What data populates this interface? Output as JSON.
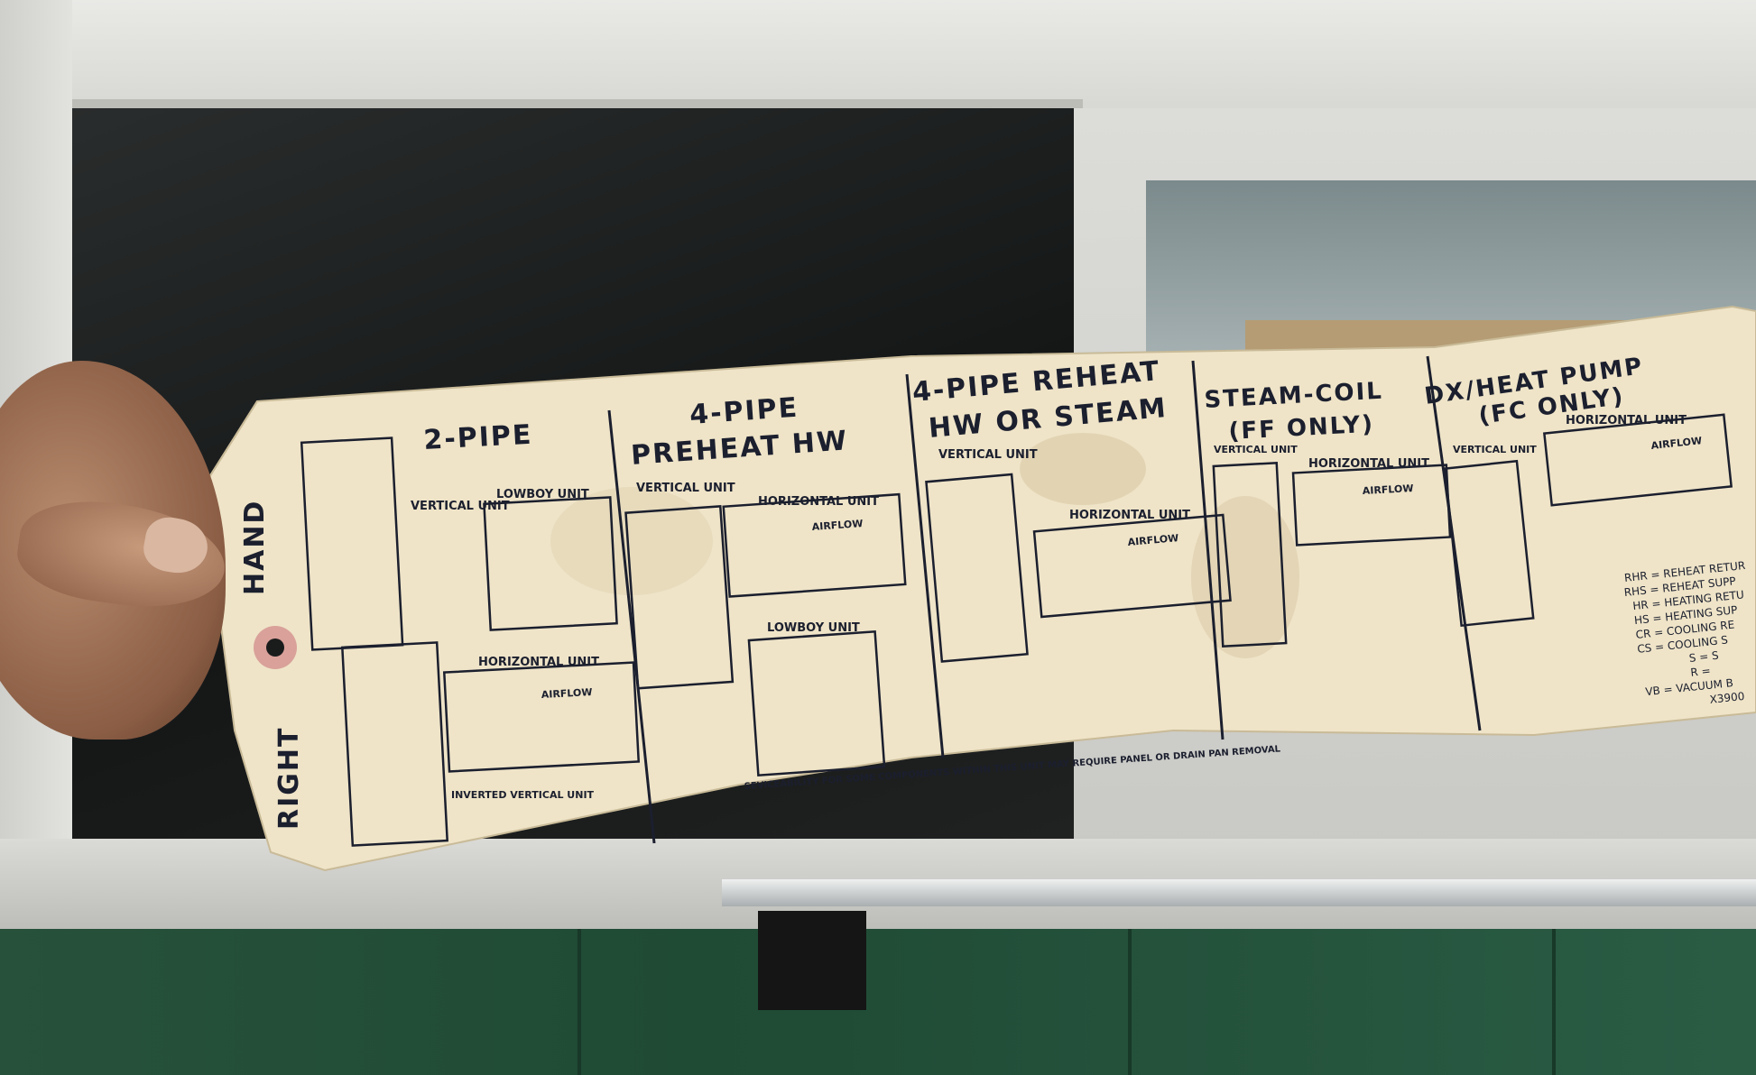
{
  "tag": {
    "side_hand": "HAND",
    "side_right": "RIGHT",
    "sections": [
      {
        "heading": "2-PIPE",
        "labels": [
          "VERTICAL UNIT",
          "LOWBOY UNIT",
          "HORIZONTAL UNIT",
          "INVERTED VERTICAL UNIT"
        ]
      },
      {
        "heading": "4-PIPE",
        "heading2": "PREHEAT HW",
        "labels": [
          "VERTICAL UNIT",
          "HORIZONTAL UNIT",
          "LOWBOY UNIT"
        ]
      },
      {
        "heading": "4-PIPE REHEAT",
        "heading2": "HW OR STEAM",
        "labels": [
          "VERTICAL UNIT",
          "HORIZONTAL UNIT"
        ]
      },
      {
        "heading": "STEAM-COIL",
        "heading2": "(FF ONLY)",
        "labels": [
          "VERTICAL UNIT",
          "HORIZONTAL UNIT"
        ]
      },
      {
        "heading": "DX/HEAT PUMP",
        "heading2": "(FC ONLY)",
        "labels": [
          "VERTICAL UNIT",
          "HORIZONTAL UNIT"
        ]
      }
    ],
    "airflow": "AIRFLOW",
    "legend": [
      "RHR = REHEAT RETUR",
      "RHS = REHEAT SUPP",
      "HR = HEATING RETU",
      "HS = HEATING SUP",
      "CR = COOLING RE",
      "CS = COOLING S",
      "S = S",
      "R =",
      "VB = VACUUM B",
      "X3900"
    ],
    "footer": "SEVICEABILITY FOR SOME COMPONENTS WITHIN THIS UNIT MAY REQUIRE PANEL OR DRAIN PAN REMOVAL"
  },
  "colors": {
    "tag_paper": "#efe4c8",
    "ink": "#1b1f2e",
    "grommet": "#d9a19a"
  }
}
